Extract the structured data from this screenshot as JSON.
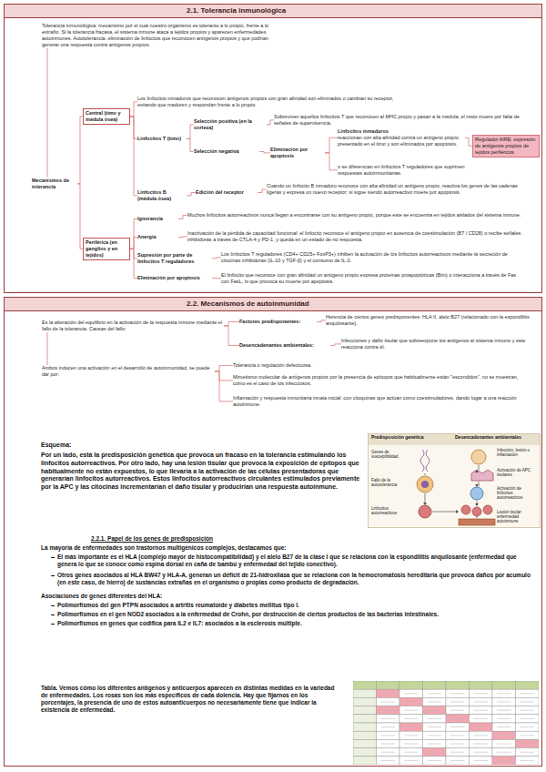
{
  "diagram": {
    "nodes": [
      {
        "text": [
          "2.1. Tolerancia inmunológica"
        ]
      },
      {
        "text": [
          "Tolerancia inmunológica: mecanismo por el cual nuestro organismo es tolerante a lo propio, frente a lo extraño. Si la tolerancia fracasa, el sistema inmune ataca a tejidos propios y aparecen enfermedades autoinmunes. Autotolerancia: eliminación de linfocitos que reconocen antígenos propios y que podrían generar una respuesta contra antígenos propios."
        ],
        "in": 0
      },
      {
        "text": [
          "Mecanismos de tolerancia"
        ],
        "in": 0
      },
      {
        "text": [
          "Central (timo y médula ósea)"
        ],
        "in": 0
      },
      {
        "text": [
          "Los linfocitos inmaduros que reconocen antígenos propios con gran afinidad son eliminados o cambian su receptor, evitando que maduren y respondan frente a lo propio."
        ],
        "in": 0
      },
      {
        "text": [
          "Linfocitos T (timo)"
        ],
        "in": 0
      },
      {
        "text": [
          "Selección positiva (en la corteza)"
        ],
        "in": 0
      },
      {
        "text": [
          "Sobreviven aquellos linfocitos T que reconocen al MHC propio y pasan a la médula; el resto muere por falta de señales de supervivencia."
        ],
        "in": 0
      },
      {
        "text": [
          "Selección negativa"
        ],
        "in": 0
      },
      {
        "text": [
          "Eliminación por apoptosis"
        ],
        "in": 0
      },
      {
        "text": [
          "Linfocitos inmaduros",
          "reaccionan con alta afinidad contra un antígeno propio presentado en el timo y son eliminados por apoptosis."
        ],
        "in": 0
      },
      {
        "text": [
          "o se diferencian en linfocitos T reguladores que suprimen respuestas autoinmunitarias."
        ],
        "in": 0
      },
      {
        "text": [
          "Regulador AIRE: expresión de antígenos propios de tejidos periféricos"
        ],
        "in": 0
      },
      {
        "text": [
          "Linfocitos B (médula ósea)"
        ],
        "in": 0
      },
      {
        "text": [
          "Edición del receptor"
        ],
        "in": 0
      },
      {
        "text": [
          "Cuando un linfocito B inmaduro reconoce con alta afinidad un antígeno propio, reactiva los genes de las cadenas ligeras y expresa un nuevo receptor; si sigue siendo autorreactivo muere por apoptosis."
        ],
        "in": 0
      },
      {
        "text": [
          "Periférica (en ganglios y en tejidos)"
        ],
        "in": 0
      },
      {
        "text": [
          "Ignorancia"
        ],
        "in": 0
      },
      {
        "text": [
          "Muchos linfocitos autorreactivos nunca llegan a encontrarse con su antígeno propio, porque este se encuentra en tejidos aislados del sistema inmune."
        ],
        "in": 0
      },
      {
        "text": [
          "Anergia"
        ],
        "in": 0
      },
      {
        "text": [
          "Inactivación de la pérdida de capacidad funcional: el linfocito reconoce el antígeno propio en ausencia de coestimulación (B7 / CD28) o recibe señales inhibidoras a través de CTLA-4 y PD-1, y queda en un estado de no respuesta."
        ],
        "in": 0
      },
      {
        "text": [
          "Supresión por parte de linfocitos T reguladores"
        ],
        "in": 0
      },
      {
        "text": [
          "Los linfocitos T reguladores (CD4+ CD25+ FoxP3+) inhiben la activación de los linfocitos autorreactivos mediante la secreción de citocinas inhibidoras (IL-10 y TGF-β) y el consumo de IL-2."
        ],
        "in": 0
      },
      {
        "text": [
          "Eliminación por apoptosis"
        ],
        "in": 0
      },
      {
        "text": [
          "El linfocito que reconoce con gran afinidad un antígeno propio expresa proteínas proapoptóticas (Bim) o interacciona a través de Fas con FasL, lo que provoca su muerte por apoptosis."
        ],
        "in": 0
      },
      {
        "text": [
          "2.2. Mecanismos de autoinmunidad"
        ]
      },
      {
        "text": [
          "Es la alteración del equilibrio en la activación de la respuesta inmune mediante el fallo de la tolerancia. Causas del fallo:"
        ],
        "in": 25
      },
      {
        "text": [
          "Factores predisponentes:"
        ],
        "in": 25
      },
      {
        "text": [
          "Herencia de ciertos genes predisponentes: HLA II, alelo B27 (relacionado con la espondilitis anquilosante)."
        ],
        "in": 25
      },
      {
        "text": [
          "Desencadenantes ambientales:"
        ],
        "in": 25
      },
      {
        "text": [
          "Infecciones y daño tisular que sobreexpone los antígenos al sistema inmune y este reacciona contra él."
        ],
        "in": 25
      },
      {
        "text": [
          "Ambos inducen una activación en el desarrollo de autoinmunidad, se puede dar por:"
        ],
        "in": 25
      },
      {
        "text": [
          "Tolerancia o regulación defectuosa."
        ],
        "in": 25
      },
      {
        "text": [
          "Mimetismo molecular de antígenos propios por la presencia de epítopos que habitualmente están \"escondidos\", no se muestran, como es el caso de los infecciosos."
        ],
        "in": 25
      },
      {
        "text": [
          "Inflamación y respuesta inmunitaria innata inicial: con citoquinas que actúan como coestimuladores, dando lugar a una reacción autoinmune."
        ],
        "in": 25
      }
    ],
    "edges": [
      {
        "from": 1,
        "to": 2,
        "arrow": "none"
      },
      {
        "from": 2,
        "to": 3,
        "arrow": "none"
      },
      {
        "from": 2,
        "to": 16,
        "arrow": "none"
      },
      {
        "from": 3,
        "to": 4,
        "arrow": "none"
      },
      {
        "from": 3,
        "to": 5,
        "arrow": "none"
      },
      {
        "from": 3,
        "to": 13,
        "arrow": "none"
      },
      {
        "from": 5,
        "to": 6,
        "arrow": "none"
      },
      {
        "from": 5,
        "to": 8,
        "arrow": "none"
      },
      {
        "from": 6,
        "to": 7,
        "arrow": "none"
      },
      {
        "from": 8,
        "to": 9,
        "arrow": "none"
      },
      {
        "from": 9,
        "to": 10,
        "arrow": "none"
      },
      {
        "from": 9,
        "to": 11,
        "arrow": "none"
      },
      {
        "from": 10,
        "to": 12,
        "arrow": "none"
      },
      {
        "from": 13,
        "to": 14,
        "arrow": "none"
      },
      {
        "from": 14,
        "to": 15,
        "arrow": "none"
      },
      {
        "from": 16,
        "to": 17,
        "arrow": "none"
      },
      {
        "from": 16,
        "to": 19,
        "arrow": "none"
      },
      {
        "from": 16,
        "to": 21,
        "arrow": "none"
      },
      {
        "from": 16,
        "to": 23,
        "arrow": "none"
      },
      {
        "from": 17,
        "to": 18,
        "arrow": "none"
      },
      {
        "from": 19,
        "to": 20,
        "arrow": "none"
      },
      {
        "from": 21,
        "to": 22,
        "arrow": "none"
      },
      {
        "from": 23,
        "to": 24,
        "arrow": "none"
      },
      {
        "from": 26,
        "to": 27,
        "arrow": "none"
      },
      {
        "from": 26,
        "to": 29,
        "arrow": "none"
      },
      {
        "from": 27,
        "to": 28,
        "arrow": "none"
      },
      {
        "from": 29,
        "to": 30,
        "arrow": "none"
      },
      {
        "from": 26,
        "to": 31,
        "arrow": "none"
      },
      {
        "from": 31,
        "to": 32,
        "arrow": "none"
      },
      {
        "from": 31,
        "to": 33,
        "arrow": "none"
      },
      {
        "from": 31,
        "to": 34,
        "arrow": "none"
      }
    ],
    "labels": [
      "Esquema:",
      "Por un lado, está la predisposición genética que provoca un fracaso en la tolerancia estimulando los linfocitos autorreactivos. Por otro lado, hay una lesión tisular que provoca la exposición de epítopos que habitualmente no están expuestos, lo que llevaría a la activación de las células presentadoras que generarían linfocitos autorreactivos. Estos linfocitos autorreactivos circulantes estimulados previamente por la APC y las citocinas incrementarían el daño tisular y producirían una respuesta autoinmune.",
      "2.2.1. Papel de los genes de predisposición",
      "La mayoría de enfermedades son trastornos multigénicos complejos, destacamos que:",
      "El más importante es el HLA (complejo mayor de histocompatibilidad) y el alelo B27 de la clase I que se relaciona con la espondilitis anquilosante (enfermedad que genera lo que se conoce como espina dorsal en caña de bambú y enfermedad del tejido conectivo).",
      "Otros genes asociados al HLA BW47 y HLA-A, generan un déficit de 21-hidroxilasa que se relaciona con la hemocromatosis hereditaria que provoca daños por acumulo (en este caso, de hierro) de sustancias extrañas en el organismo o propias como producto de degradación.",
      "Asociaciones de genes diferentes del HLA:",
      "Polimorfismos del gen PTPN asociados a artritis reumatoide y diabetes mellitus tipo I.",
      "Polimorfismos en el gen NOD2 asociados a la enfermedad de Crohn, por destrucción de ciertos productos de las bacterias intestinales.",
      "Polimorfismos en genes que codifica para IL2 e IL7: asociados a la esclerosis múltiple.",
      "Tabla. Vemos cómo los diferentes antígenos y anticuerpos aparecen en distintas medidas en la variedad de enfermedades. Los rosas son los más específicos de cada dolencia. Hay que fijarnos en los porcentajes, la presencia de uno de estos autoanticuerpos no necesariamente tiene que indicar la existencia de enfermedad.",
      "Predisposición genética",
      "Desencadenantes ambientales",
      "Genes de susceptibilidad",
      "Infección, lesión o inflamación",
      "Fallo de la autotolerancia",
      "Activación de APC tisulares",
      "Linfocitos autorreactivos",
      "Activación de linfocitos autorreactivos",
      "Lesión tisular: enfermedad autoinmune"
    ]
  }
}
